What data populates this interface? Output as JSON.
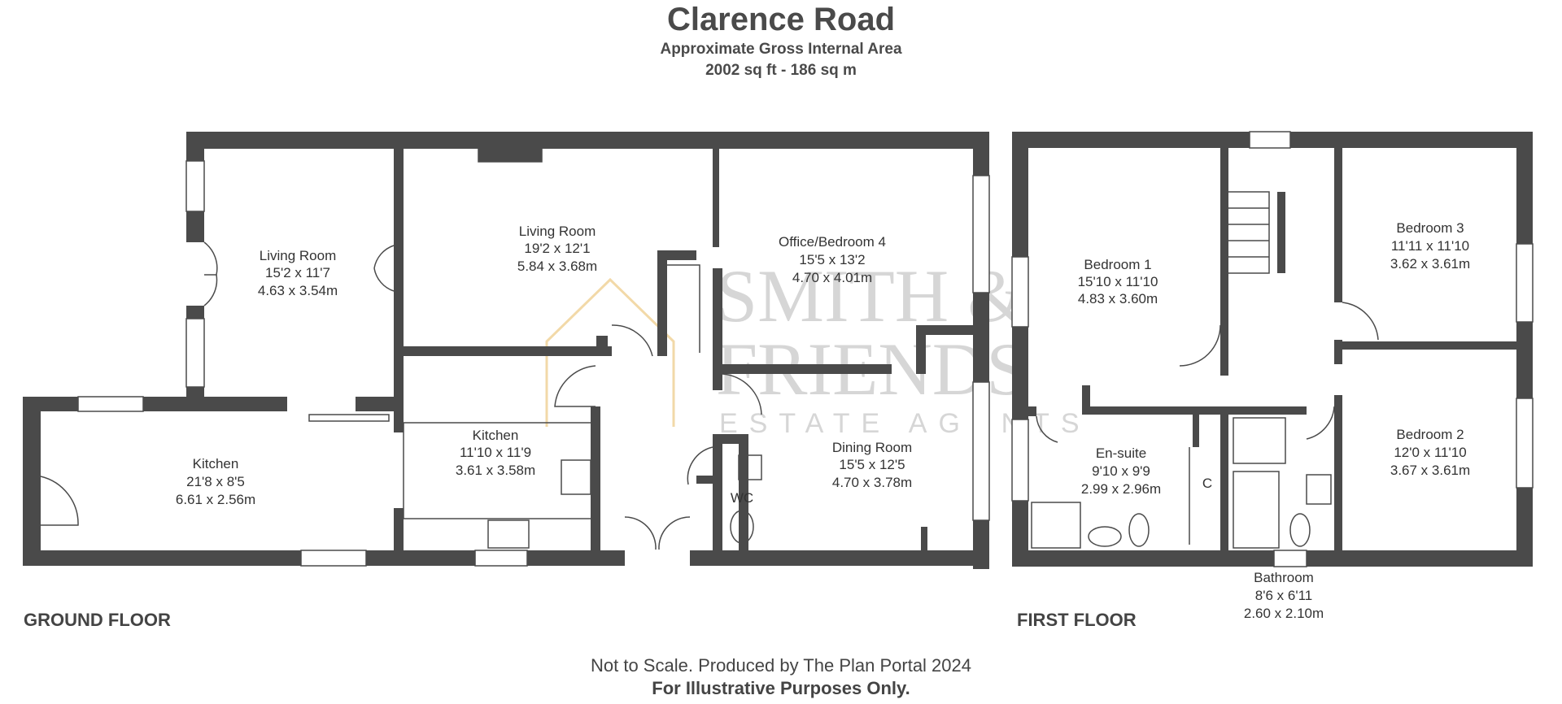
{
  "header": {
    "title": "Clarence Road",
    "area_label": "Approximate Gross Internal Area",
    "area_value": "2002 sq ft - 186 sq m"
  },
  "floors": {
    "ground": "GROUND FLOOR",
    "first": "FIRST FLOOR"
  },
  "watermark": {
    "line1": "SMITH &",
    "line2": "FRIENDS",
    "line3": "ESTATE AGENTS"
  },
  "rooms": {
    "living_room_1": {
      "name": "Living Room",
      "imperial": "15'2 x 11'7",
      "metric": "4.63 x 3.54m"
    },
    "living_room_2": {
      "name": "Living Room",
      "imperial": "19'2 x 12'1",
      "metric": "5.84 x 3.68m"
    },
    "office": {
      "name": "Office/Bedroom 4",
      "imperial": "15'5 x 13'2",
      "metric": "4.70 x 4.01m"
    },
    "kitchen_1": {
      "name": "Kitchen",
      "imperial": "21'8 x 8'5",
      "metric": "6.61 x 2.56m"
    },
    "kitchen_2": {
      "name": "Kitchen",
      "imperial": "11'10 x 11'9",
      "metric": "3.61 x 3.58m"
    },
    "wc": {
      "name": "WC"
    },
    "dining_room": {
      "name": "Dining Room",
      "imperial": "15'5 x 12'5",
      "metric": "4.70 x 3.78m"
    },
    "bedroom_1": {
      "name": "Bedroom 1",
      "imperial": "15'10 x 11'10",
      "metric": "4.83 x 3.60m"
    },
    "bedroom_3": {
      "name": "Bedroom 3",
      "imperial": "11'11 x 11'10",
      "metric": "3.62 x 3.61m"
    },
    "bedroom_2": {
      "name": "Bedroom 2",
      "imperial": "12'0 x 11'10",
      "metric": "3.67 x 3.61m"
    },
    "en_suite": {
      "name": "En-suite",
      "imperial": "9'10 x 9'9",
      "metric": "2.99 x 2.96m"
    },
    "cupboard": {
      "name": "C"
    },
    "bathroom": {
      "name": "Bathroom",
      "imperial": "8'6 x 6'11",
      "metric": "2.60 x 2.10m"
    }
  },
  "footer": {
    "line1": "Not to Scale. Produced by The Plan Portal 2024",
    "line2": "For Illustrative Purposes Only."
  },
  "colors": {
    "wall": "#4a4a4a",
    "window": "#ffffff",
    "watermark_gold": "#f2d9a8",
    "watermark_grey": "#c8c8c8"
  }
}
